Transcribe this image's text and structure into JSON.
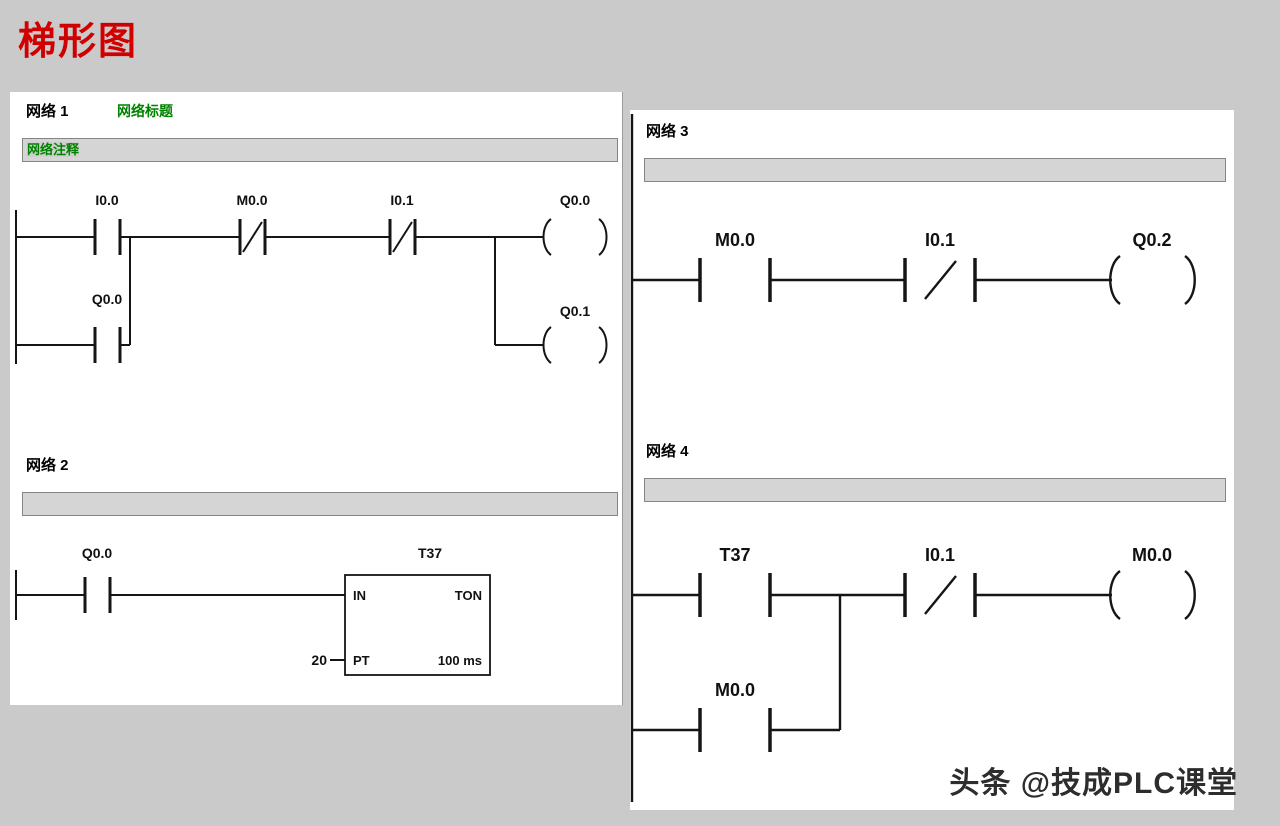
{
  "page": {
    "title": "梯形图",
    "watermark": "头条 @技成PLC课堂"
  },
  "net1": {
    "label": "网络 1",
    "title": "网络标题",
    "comment": "网络注释",
    "contact1": "I0.0",
    "contact2": "M0.0",
    "contact3": "I0.1",
    "coil1": "Q0.0",
    "branch_contact": "Q0.0",
    "coil2": "Q0.1"
  },
  "net2": {
    "label": "网络 2",
    "contact1": "Q0.0",
    "timer_label": "T37",
    "timer_in": "IN",
    "timer_type": "TON",
    "timer_pt": "PT",
    "timer_preset": "20",
    "timer_base": "100 ms"
  },
  "net3": {
    "label": "网络 3",
    "contact1": "M0.0",
    "contact2": "I0.1",
    "coil1": "Q0.2"
  },
  "net4": {
    "label": "网络 4",
    "contact1": "T37",
    "contact2": "I0.1",
    "coil1": "M0.0",
    "branch_contact": "M0.0"
  }
}
